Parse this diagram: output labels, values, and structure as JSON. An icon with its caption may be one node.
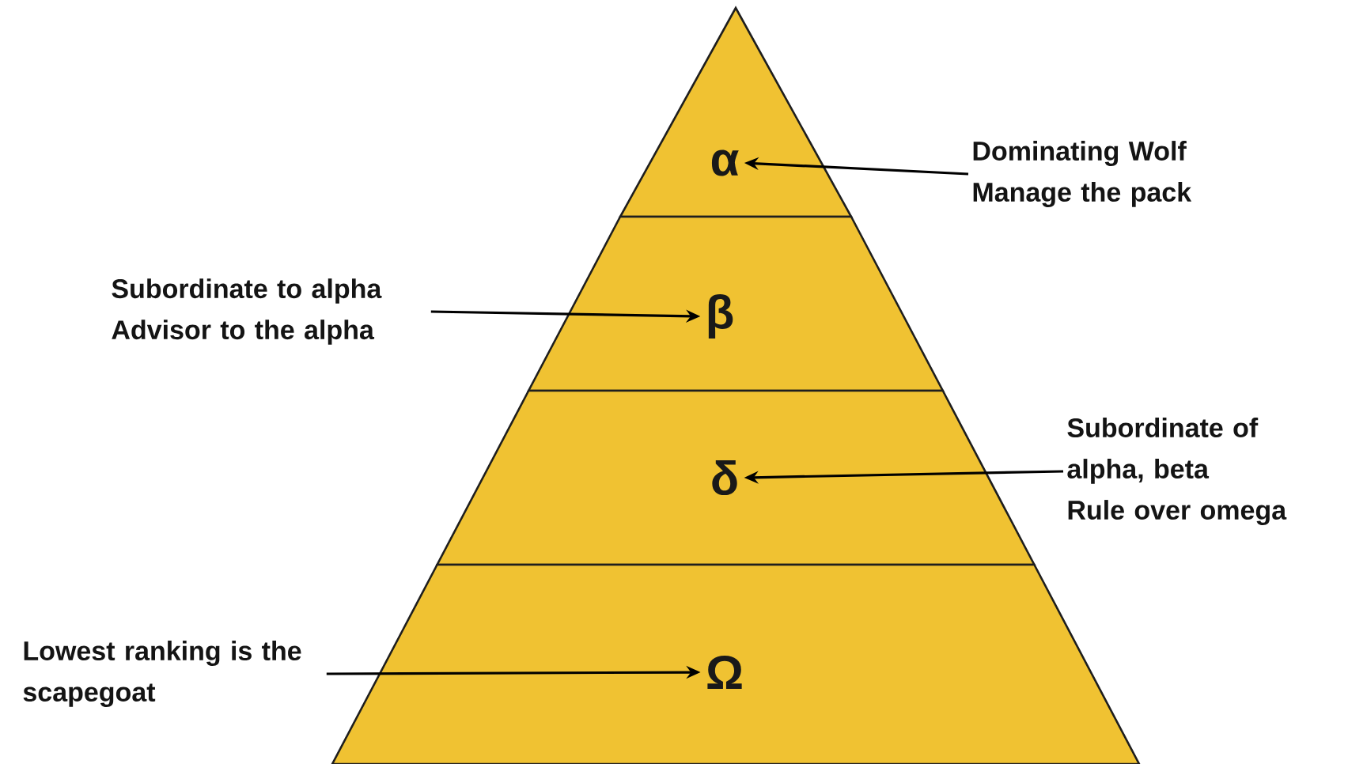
{
  "diagram": {
    "nodes": [
      {
        "text": [
          "α"
        ]
      },
      {
        "text": [
          "β"
        ]
      },
      {
        "text": [
          "δ"
        ]
      },
      {
        "text": [
          "Ω"
        ]
      },
      {
        "text": [
          "Dominating Wolf",
          "Manage the pack"
        ]
      },
      {
        "text": [
          "Subordinate to alpha",
          "Advisor to the alpha"
        ]
      },
      {
        "text": [
          "Subordinate of alpha, beta",
          "Rule over omega"
        ]
      },
      {
        "text": [
          "Lowest ranking is the scapegoat"
        ]
      }
    ],
    "edges": [
      {
        "from": 4,
        "to": 0,
        "arrow": "to"
      },
      {
        "from": 5,
        "to": 1,
        "arrow": "to"
      },
      {
        "from": 6,
        "to": 2,
        "arrow": "to"
      },
      {
        "from": 7,
        "to": 3,
        "arrow": "to"
      }
    ]
  }
}
